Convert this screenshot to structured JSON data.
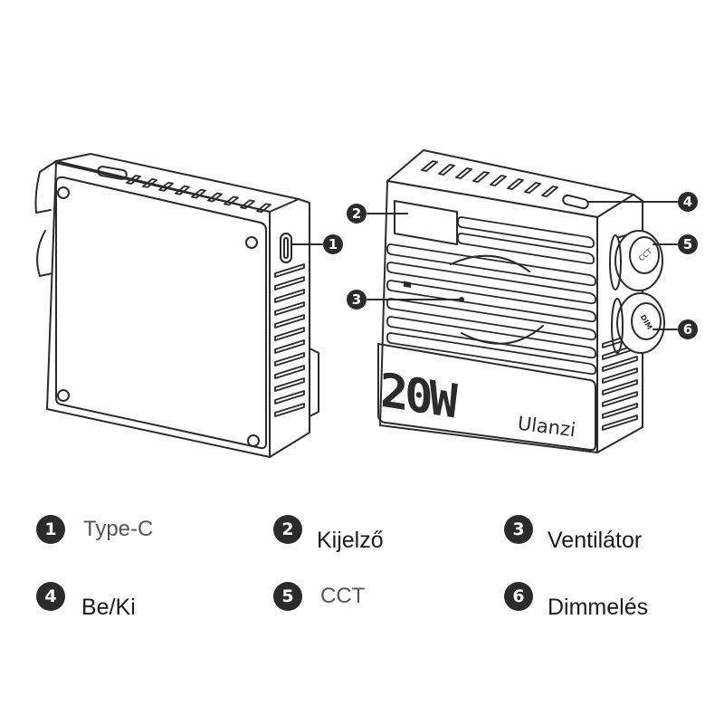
{
  "device": {
    "power_label": "20W",
    "brand": "Ulanzi",
    "knob_cct_label": "CCT",
    "knob_dim_label": "DIM"
  },
  "callouts": [
    "1",
    "2",
    "3",
    "4",
    "5",
    "6"
  ],
  "legend": [
    {
      "number": "1",
      "label": "Type-C"
    },
    {
      "number": "2",
      "label": "Kijelző"
    },
    {
      "number": "3",
      "label": "Ventilátor"
    },
    {
      "number": "4",
      "label": "Be/Ki"
    },
    {
      "number": "5",
      "label": "CCT"
    },
    {
      "number": "6",
      "label": "Dimmelés"
    }
  ],
  "colors": {
    "line": "#2b2b2b",
    "badge": "#2b2b2b",
    "background": "#ffffff"
  }
}
